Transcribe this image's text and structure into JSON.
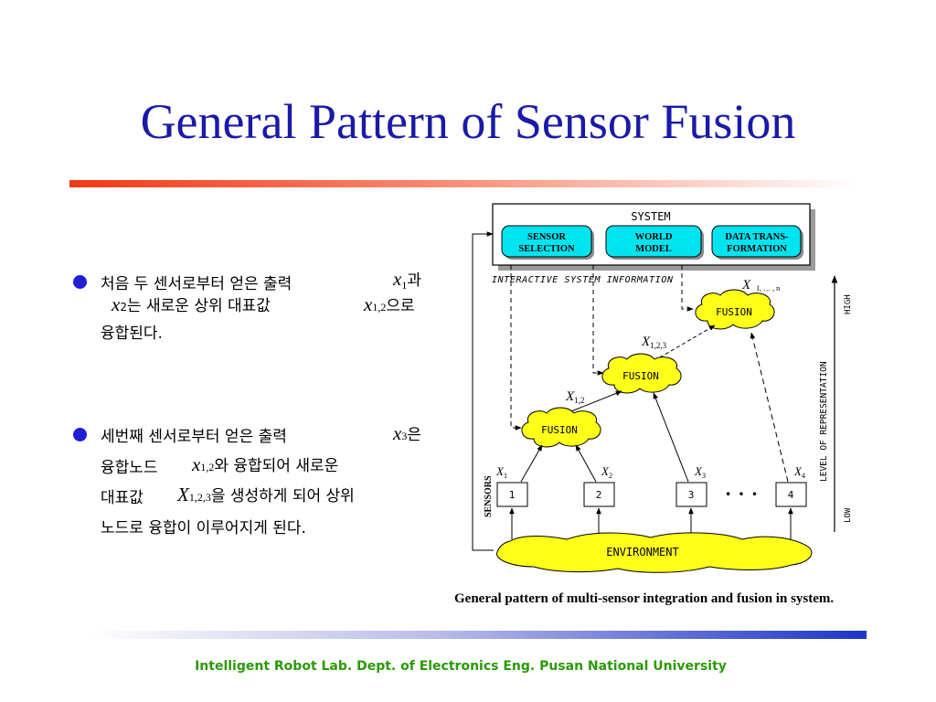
{
  "slide": {
    "title": "General Pattern of Sensor Fusion",
    "caption": "General pattern of multi-sensor integration and fusion in system.",
    "footer": "Intelligent Robot Lab. Dept. of Electronics Eng. Pusan National  University"
  },
  "bullets": [
    {
      "l1a": "처음 두 센서로부터 얻은 출력",
      "l1v": "x",
      "l1s": "1",
      "l1b": "과",
      "l2v": "x",
      "l2s": "2",
      "l2a": "는 새로운 상위 대표값",
      "l2v2": "x",
      "l2s2": "1,2",
      "l2b": "으로",
      "l3": "융합된다."
    },
    {
      "l1a": "세번째 센서로부터 얻은 출력",
      "l1v": "x",
      "l1s": "3",
      "l1b": "은",
      "l2a": "융합노드",
      "l2v": "x",
      "l2s": "1,2",
      "l2b": "와 융합되어 새로운",
      "l3a": "대표값",
      "l3v": "X",
      "l3s": "1,2,3",
      "l3b": "을 생성하게 되어 상위",
      "l4": "노드로 융합이 이루어지게 된다."
    }
  ],
  "diagram": {
    "system": "SYSTEM",
    "blocks": [
      [
        "SENSOR",
        "SELECTION"
      ],
      [
        "WORLD",
        "MODEL"
      ],
      [
        "DATA TRANS-",
        "FORMATION"
      ]
    ],
    "interactive_info": "INTERACTIVE SYSTEM INFORMATION",
    "fusion": "FUSION",
    "labels": {
      "x1n": "X",
      "x1n_sub": "1, … , n",
      "x123": "X",
      "x123_sub": "1,2,3",
      "x12": "X",
      "x12_sub": "1,2"
    },
    "sensors_label": "SENSORS",
    "sensors": [
      "1",
      "2",
      "3",
      "4"
    ],
    "sensor_outputs": [
      {
        "v": "X",
        "s": "1"
      },
      {
        "v": "X",
        "s": "2"
      },
      {
        "v": "X",
        "s": "3"
      },
      {
        "v": "X",
        "s": "4"
      }
    ],
    "ellipsis": "• • •",
    "environment": "ENVIRONMENT",
    "axis": {
      "high": "HIGH",
      "label": "LEVEL OF REPRESENTATION",
      "low": "LOW"
    },
    "colors": {
      "block": "#00e4f0",
      "fusion": "#ffff1a",
      "environment": "#ffff1a"
    }
  }
}
